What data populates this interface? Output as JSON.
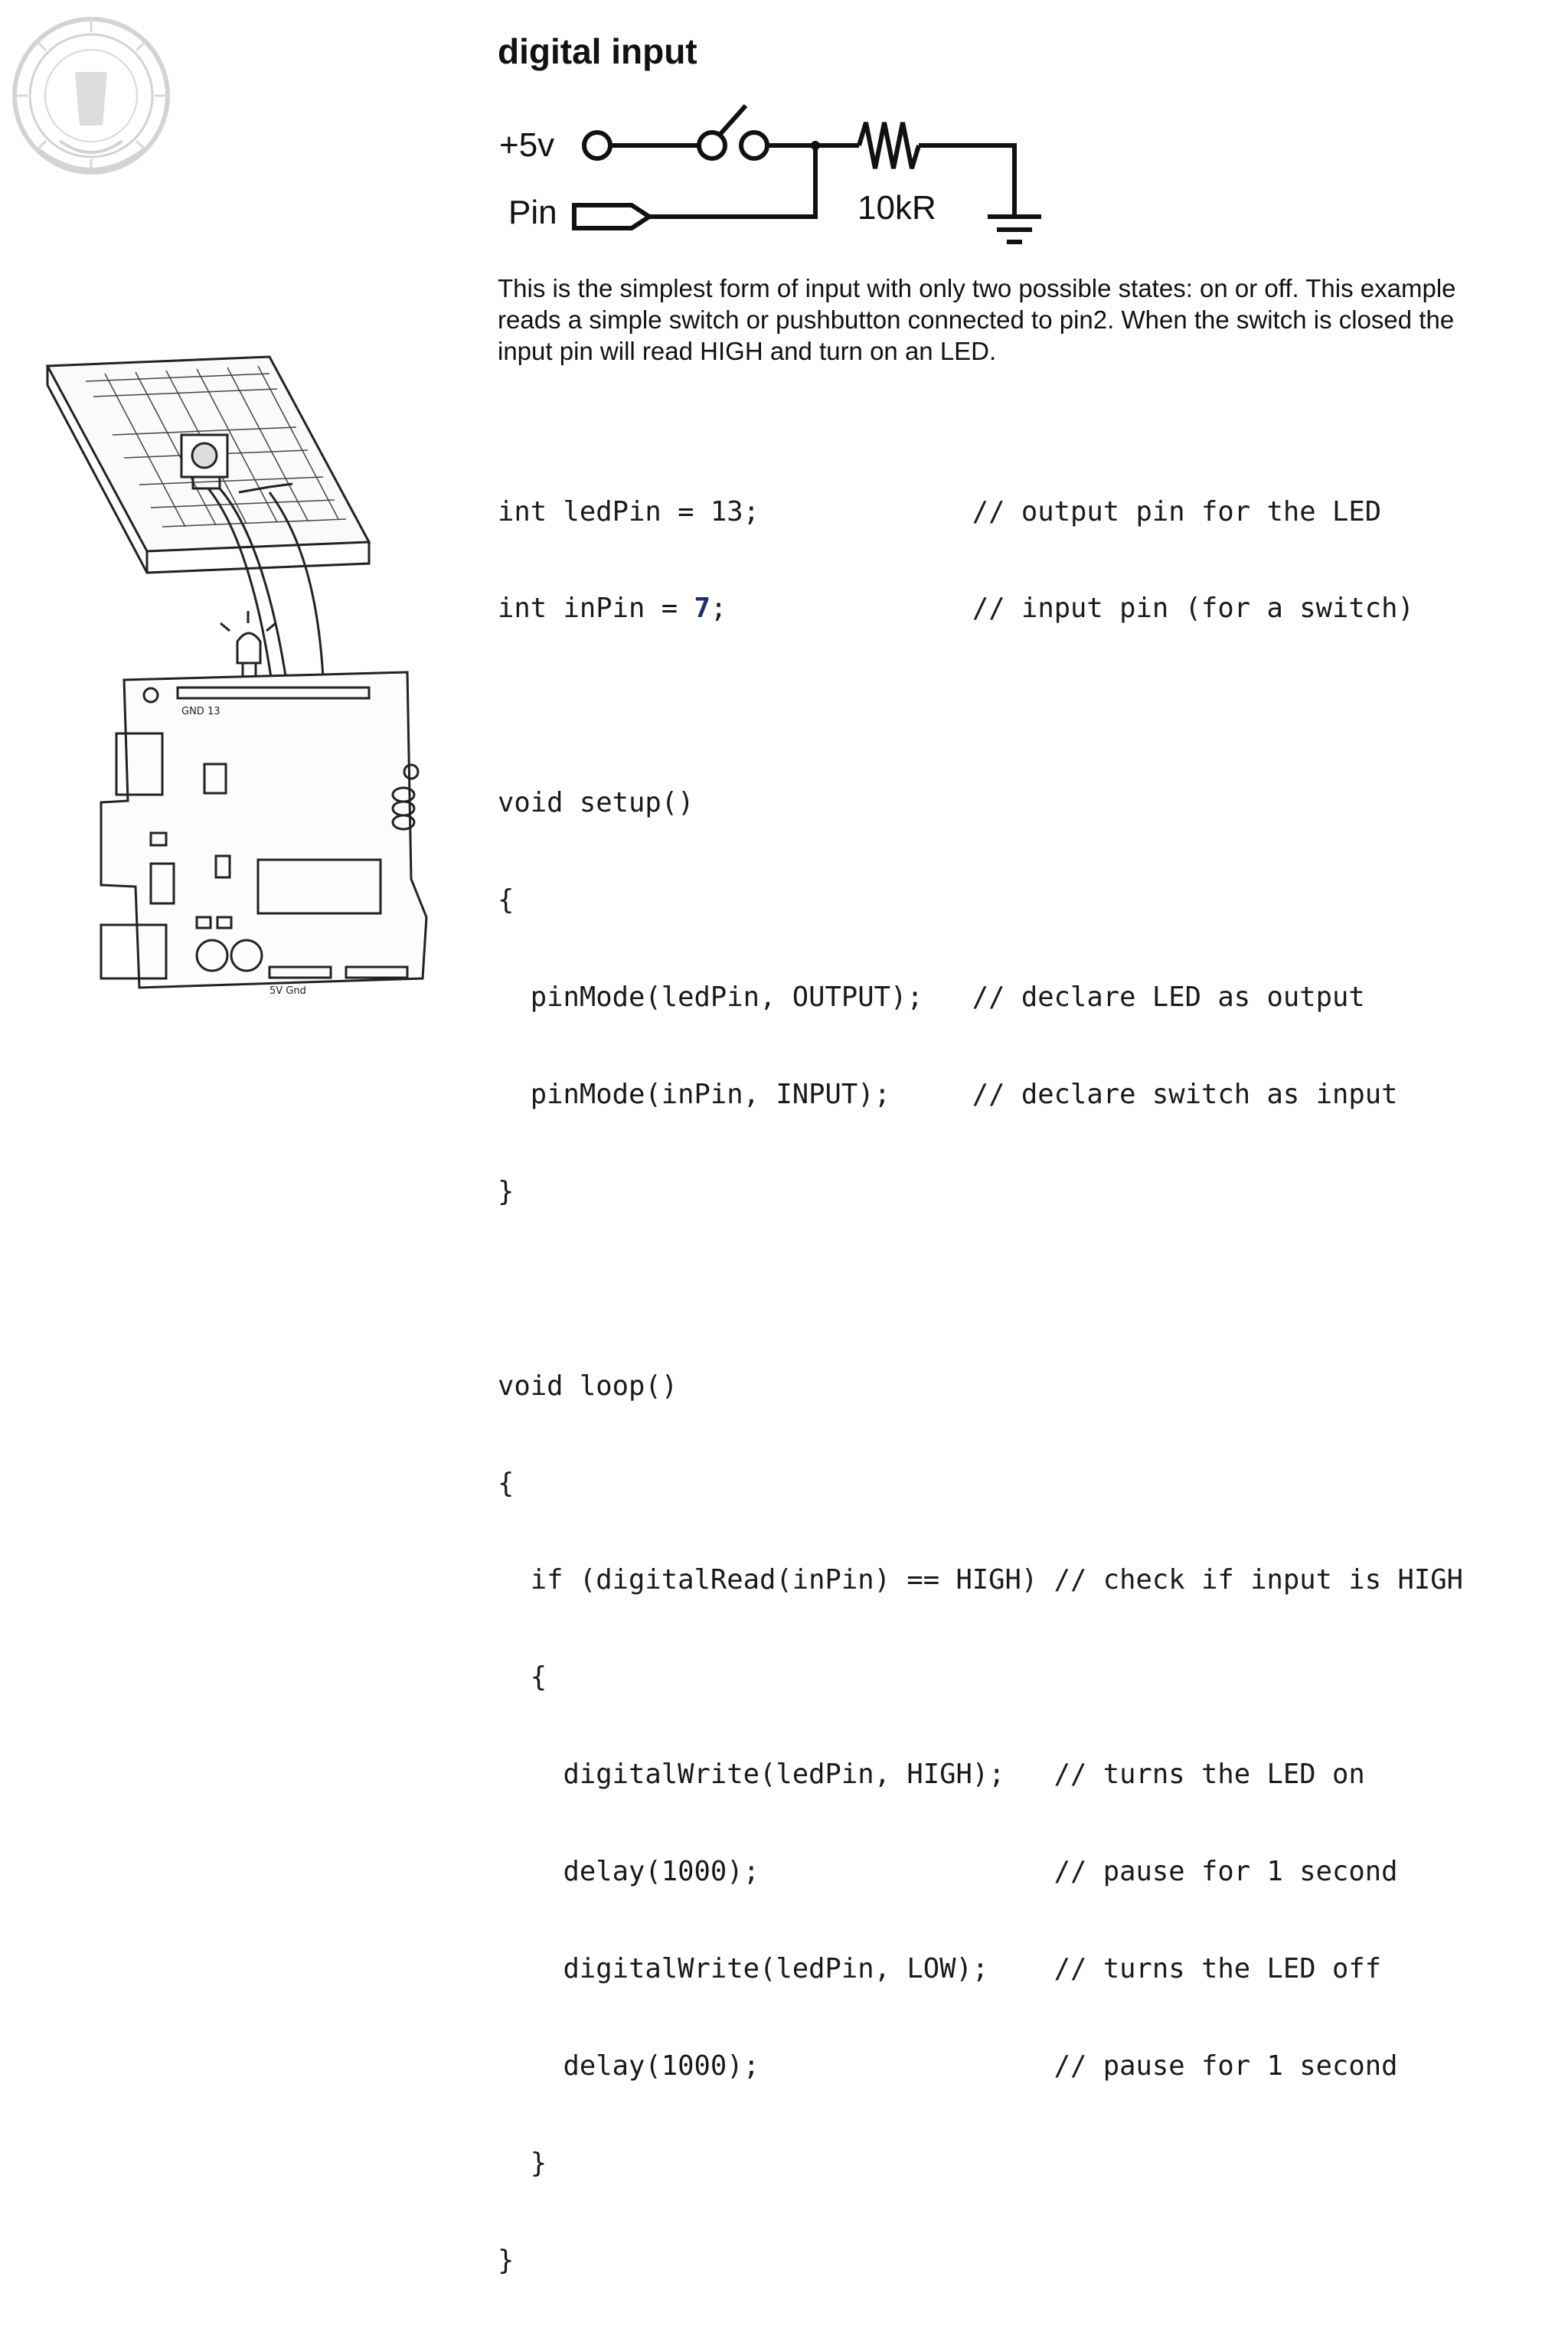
{
  "slide": {
    "title": "digital input",
    "circuit": {
      "supply_label": "+5v",
      "pin_label": "Pin",
      "resistor_label": "10kR"
    },
    "description": "This is the simplest form of input with only two possible states: on or off. This example reads a simple switch or pushbutton connected to pin2. When the switch is closed the input pin will read HIGH and turn on an LED.",
    "code": {
      "line_1": "int ledPin = 13;             // output pin for the LED",
      "line_2_before": "int inPin = ",
      "line_2_value": "7",
      "line_2_after": ";               // input pin (for a switch)",
      "line_3": "",
      "line_4": "void setup()",
      "line_5": "{",
      "line_6": "  pinMode(ledPin, OUTPUT);   // declare LED as output",
      "line_7": "  pinMode(inPin, INPUT);     // declare switch as input",
      "line_8": "}",
      "line_9": "",
      "line_10": "void loop()",
      "line_11": "{",
      "line_12": "  if (digitalRead(inPin) == HIGH) // check if input is HIGH",
      "line_13": "  {",
      "line_14": "    digitalWrite(ledPin, HIGH);   // turns the LED on",
      "line_15": "    delay(1000);                  // pause for 1 second",
      "line_16": "    digitalWrite(ledPin, LOW);    // turns the LED off",
      "line_17": "    delay(1000);                  // pause for 1 second",
      "line_18": "  }",
      "line_19": "}"
    },
    "illustration": {
      "board_marking_top": "GND 13",
      "board_marking_bottom": "5V Gnd"
    }
  },
  "colors": {
    "background": "#ffffff",
    "text": "#111111",
    "code_highlight": "#1f2d6b"
  },
  "icons": {
    "logo": "institute-seal-logo",
    "illustration": "arduino-breadboard-pushbutton-illustration"
  }
}
